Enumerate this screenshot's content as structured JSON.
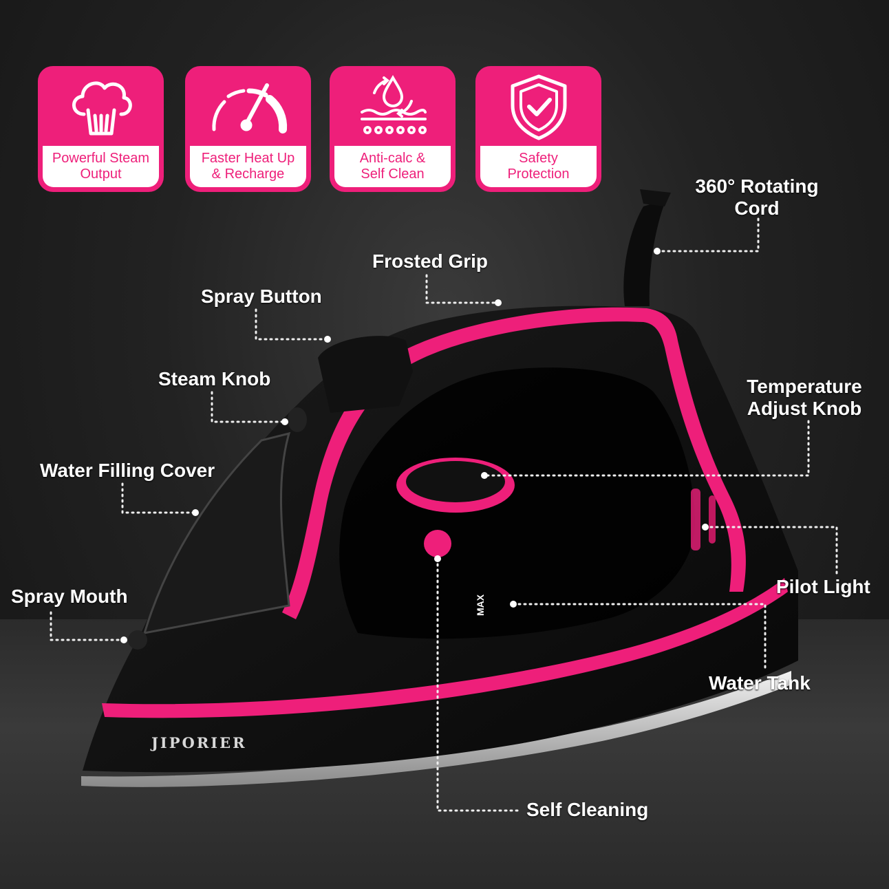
{
  "features": [
    {
      "icon": "steam-cloud-icon",
      "label": "Powerful Steam\nOutput"
    },
    {
      "icon": "speedometer-icon",
      "label": "Faster Heat Up\n& Recharge"
    },
    {
      "icon": "anti-calc-icon",
      "label": "Anti-calc &\nSelf Clean"
    },
    {
      "icon": "shield-check-icon",
      "label": "Safety\nProtection"
    }
  ],
  "callouts": {
    "rotating_cord": "360° Rotating\nCord",
    "frosted_grip": "Frosted Grip",
    "spray_button": "Spray Button",
    "steam_knob": "Steam Knob",
    "water_filling_cover": "Water Filling Cover",
    "spray_mouth": "Spray Mouth",
    "temperature_knob": "Temperature\nAdjust Knob",
    "pilot_light": "Pilot Light",
    "water_tank": "Water Tank",
    "self_cleaning": "Self Cleaning"
  },
  "product": {
    "brand": "JIPORIER",
    "max_mark": "MAX"
  },
  "colors": {
    "accent": "#ee1f7a",
    "body": "#111111",
    "label_bg": "#ffffff",
    "background": "#222222"
  }
}
